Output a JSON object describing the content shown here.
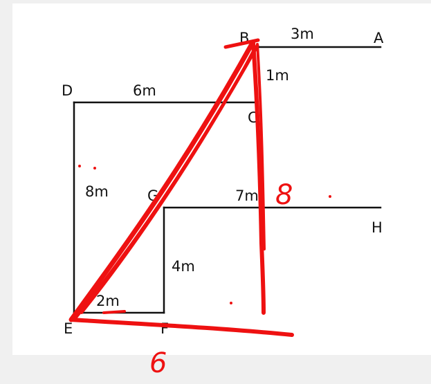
{
  "colors": {
    "page_background": "#f0f0f0",
    "figure_background": "#ffffff",
    "figure_lines": "#111111",
    "annotation_red": "#ee1111"
  },
  "figure": {
    "points": {
      "A": "A",
      "B": "B",
      "C": "C",
      "D": "D",
      "E": "E",
      "F": "F",
      "G": "G",
      "H": "H"
    },
    "lengths": {
      "BA": "3m",
      "BC": "1m",
      "DC": "6m",
      "DE": "8m",
      "GH": "7m",
      "GF": "4m",
      "EF": "2m"
    }
  },
  "annotations": {
    "vertical_side": "8",
    "horizontal_side": "6"
  }
}
